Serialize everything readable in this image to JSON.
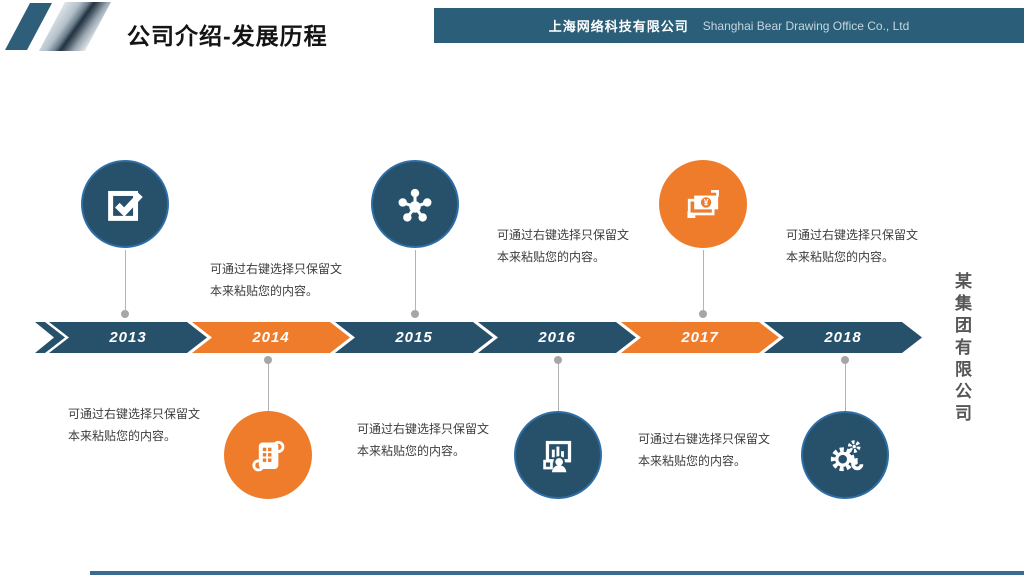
{
  "header": {
    "title": "公司介绍-发展历程",
    "company_name_cn": "上海网络科技有限公司",
    "company_name_en": "Shanghai Bear Drawing Office Co., Ltd"
  },
  "timeline": {
    "placeholder": "可通过右键选择只保留文本来粘贴您的内容。",
    "milestones": [
      {
        "year": "2013",
        "accent": "navy",
        "icon": "check-square-icon",
        "circle_position": "top",
        "text_position": "bottom"
      },
      {
        "year": "2014",
        "accent": "orange",
        "icon": "receipt-icon",
        "circle_position": "bottom",
        "text_position": "top"
      },
      {
        "year": "2015",
        "accent": "navy",
        "icon": "molecule-icon",
        "circle_position": "top",
        "text_position": "bottom"
      },
      {
        "year": "2016",
        "accent": "navy",
        "icon": "presentation-icon",
        "circle_position": "bottom",
        "text_position": "top"
      },
      {
        "year": "2017",
        "accent": "orange",
        "icon": "money-exchange-icon",
        "circle_position": "top",
        "text_position": "bottom"
      },
      {
        "year": "2018",
        "accent": "navy",
        "icon": "gear-wrench-icon",
        "circle_position": "bottom",
        "text_position": "top"
      }
    ]
  },
  "watermark": {
    "text": "某集团有限公司"
  },
  "colors": {
    "navy": "#27516b",
    "orange": "#ee7c2b",
    "banner": "#2b5e78",
    "circle_ring": "#2e6ea6",
    "connector_gray": "#b3b3b3",
    "footer_bar": "#3a6c93"
  }
}
